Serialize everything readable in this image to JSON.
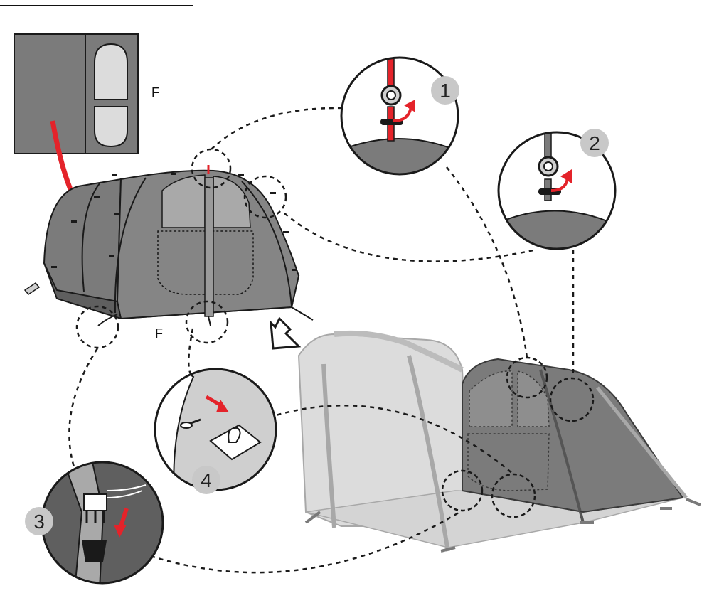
{
  "labels": {
    "f_top": "F",
    "f_bottom": "F"
  },
  "steps": [
    "1",
    "2",
    "3",
    "4"
  ],
  "colors": {
    "tent_dark": "#7b7b7b",
    "tent_darker": "#6a6a6a",
    "tent_light": "#cfcfcf",
    "tent_lighter": "#dddddd",
    "window": "#a9a9a9",
    "accent_red": "#e4232a",
    "badge": "#c8c8c8",
    "outline": "#1a1a1a"
  }
}
